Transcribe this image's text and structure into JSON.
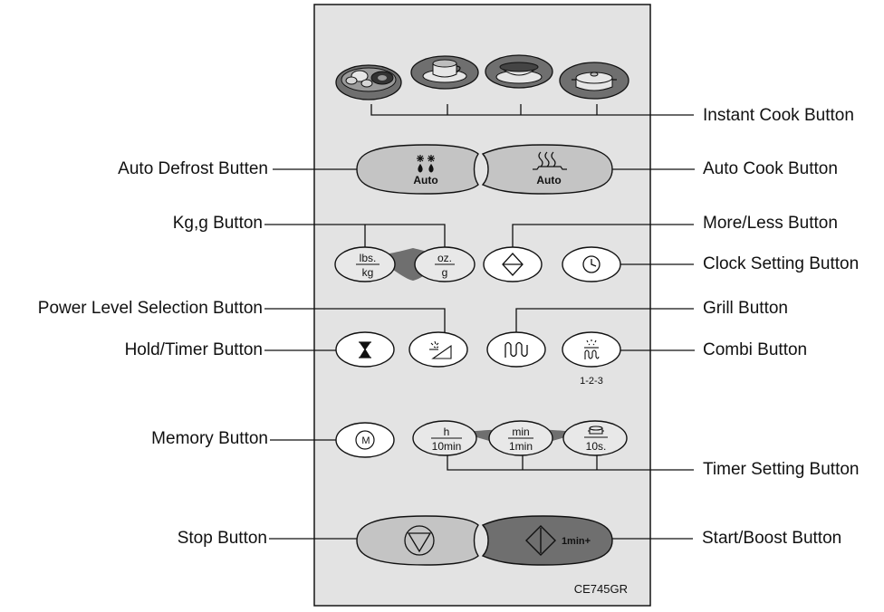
{
  "model": "CE745GR",
  "colors": {
    "line": "#111111",
    "panel_bg": "#e3e3e3",
    "oval_light": "#c4c4c4",
    "oval_dark": "#6f6f6f",
    "food_dark": "#555555"
  },
  "callouts": {
    "instant_cook": "Instant Cook Button",
    "auto_defrost": "Auto Defrost Butten",
    "auto_cook": "Auto Cook Button",
    "kg_g": "Kg,g Button",
    "more_less": "More/Less Button",
    "clock_setting": "Clock Setting Button",
    "power_level": "Power Level Selection Button",
    "grill": "Grill Button",
    "hold_timer": "Hold/Timer Button",
    "combi": "Combi Button",
    "memory": "Memory Button",
    "timer_setting": "Timer Setting Button",
    "stop": "Stop Button",
    "start_boost": "Start/Boost Button"
  },
  "buttons": {
    "instant_cook_icons": [
      "plate-meal-icon",
      "cup-icon",
      "soup-bowl-icon",
      "casserole-icon"
    ],
    "auto_defrost": {
      "icon": "snowflake-drops-icon",
      "label": "Auto"
    },
    "auto_cook": {
      "icon": "steam-heat-icon",
      "label": "Auto"
    },
    "weight": {
      "lbs_top": "lbs.",
      "lbs_bottom": "kg",
      "oz_top": "oz.",
      "oz_bottom": "g"
    },
    "more_less_icon": "up-down-arrow-icon",
    "clock_icon": "clock-icon",
    "hold_timer_icon": "hourglass-icon",
    "power_level_icon": "power-ramp-icon",
    "grill_icon": "grill-coil-icon",
    "combi": {
      "icon": "combi-microwave-grill-icon",
      "label": "1-2-3"
    },
    "memory": {
      "icon": "memory-icon",
      "label": "M"
    },
    "timer": [
      {
        "top": "h",
        "bottom": "10min"
      },
      {
        "top": "min",
        "bottom": "1min"
      },
      {
        "top": "",
        "bottom": "10s.",
        "icon": "lidded-pot-icon"
      }
    ],
    "stop_icon": "stop-triangle-icon",
    "start": {
      "icon": "start-diamond-icon",
      "label": "1min+"
    }
  }
}
